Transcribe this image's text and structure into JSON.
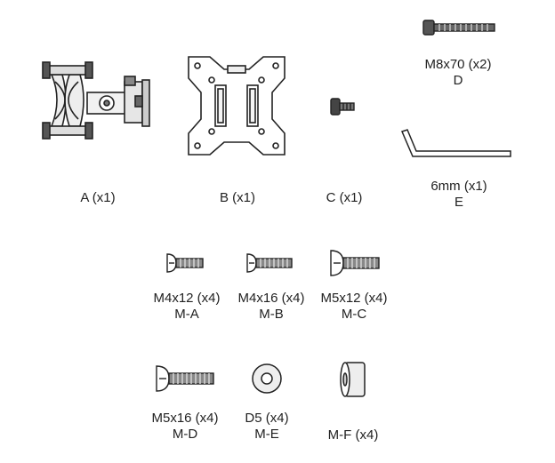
{
  "parts": {
    "a": {
      "label": "A (x1)",
      "icon": "pole-clamp-bracket-icon"
    },
    "b": {
      "label": "B (x1)",
      "icon": "vesa-plate-icon"
    },
    "c": {
      "label": "C (x1)",
      "icon": "thumb-screw-icon"
    },
    "d": {
      "label": "M8x70 (x2)",
      "code": "D",
      "icon": "long-bolt-icon"
    },
    "e": {
      "label": "6mm (x1)",
      "code": "E",
      "icon": "allen-key-icon"
    },
    "ma": {
      "label": "M4x12 (x4)",
      "code": "M-A",
      "icon": "short-screw-icon"
    },
    "mb": {
      "label": "M4x16 (x4)",
      "code": "M-B",
      "icon": "screw-icon"
    },
    "mc": {
      "label": "M5x12 (x4)",
      "code": "M-C",
      "icon": "screw-icon"
    },
    "md": {
      "label": "M5x16 (x4)",
      "code": "M-D",
      "icon": "long-screw-icon"
    },
    "me": {
      "label": "D5 (x4)",
      "code": "M-E",
      "icon": "washer-icon"
    },
    "mf": {
      "label": "M-F (x4)",
      "icon": "spacer-icon"
    }
  }
}
